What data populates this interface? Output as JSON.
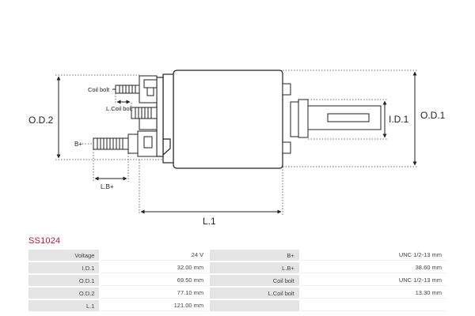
{
  "diagram": {
    "labels": {
      "od2": "O.D.2",
      "od1": "O.D.1",
      "id1": "I.D.1",
      "l1": "L.1",
      "lb": "L.B+",
      "bplus": "B+",
      "coil_bolt": "Coil bolt",
      "lcoil_bolt": "L.Coil bolt"
    }
  },
  "part_code": "SS1024",
  "specs": [
    {
      "left_label": "Voltage",
      "left_value": "24 V",
      "right_label": "B+",
      "right_value": "UNC 1/2-13 mm"
    },
    {
      "left_label": "I.D.1",
      "left_value": "32.00 mm",
      "right_label": "L.B+",
      "right_value": "38.60 mm"
    },
    {
      "left_label": "O.D.1",
      "left_value": "69.50 mm",
      "right_label": "Coil bolt",
      "right_value": "UNC 1/2-13 mm"
    },
    {
      "left_label": "O.D.2",
      "left_value": "77.10 mm",
      "right_label": "L.Coil bolt",
      "right_value": "13.30 mm"
    },
    {
      "left_label": "L.1",
      "left_value": "121.00 mm",
      "right_label": "",
      "right_value": ""
    }
  ]
}
